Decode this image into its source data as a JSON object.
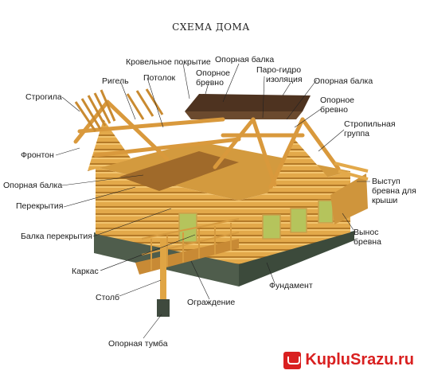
{
  "title": "СХЕМА ДОМА",
  "labels": {
    "strogila": "Строгила",
    "rigel": "Ригель",
    "potolok": "Потолок",
    "krovelnoe": "Кровельное покрытие",
    "opornoe_brevno_1a": "Опорное",
    "opornoe_brevno_1b": "бревно",
    "opornaya_balka_top": "Опорная балка",
    "paro_a": "Паро-гидро",
    "paro_b": "изоляция",
    "opornaya_balka_right": "Опорная балка",
    "opornoe_brevno_2a": "Опорное",
    "opornoe_brevno_2b": "бревно",
    "stropil_a": "Стропильная",
    "stropil_b": "группа",
    "fronton": "Фронтон",
    "opornaya_balka_left": "Опорная балка",
    "perekrytiya": "Перекрытия",
    "balka_perekrytiya": "Балка перекрытия",
    "vystup_a": "Выступ",
    "vystup_b": "бревна для",
    "vystup_c": "крыши",
    "vynos_a": "Вынос",
    "vynos_b": "бревна",
    "karkas": "Каркас",
    "fundament": "Фундамент",
    "stolb": "Столб",
    "ograzhdenie": "Ограждение",
    "opornaya_tumba": "Опорная тумба"
  },
  "watermark": "KupluSrazu.ru",
  "colors": {
    "log": "#e0a544",
    "log_dark": "#b97d26",
    "roof": "#5a3a22",
    "foundation": "#4a5a4a",
    "window": "#b6c45a"
  }
}
